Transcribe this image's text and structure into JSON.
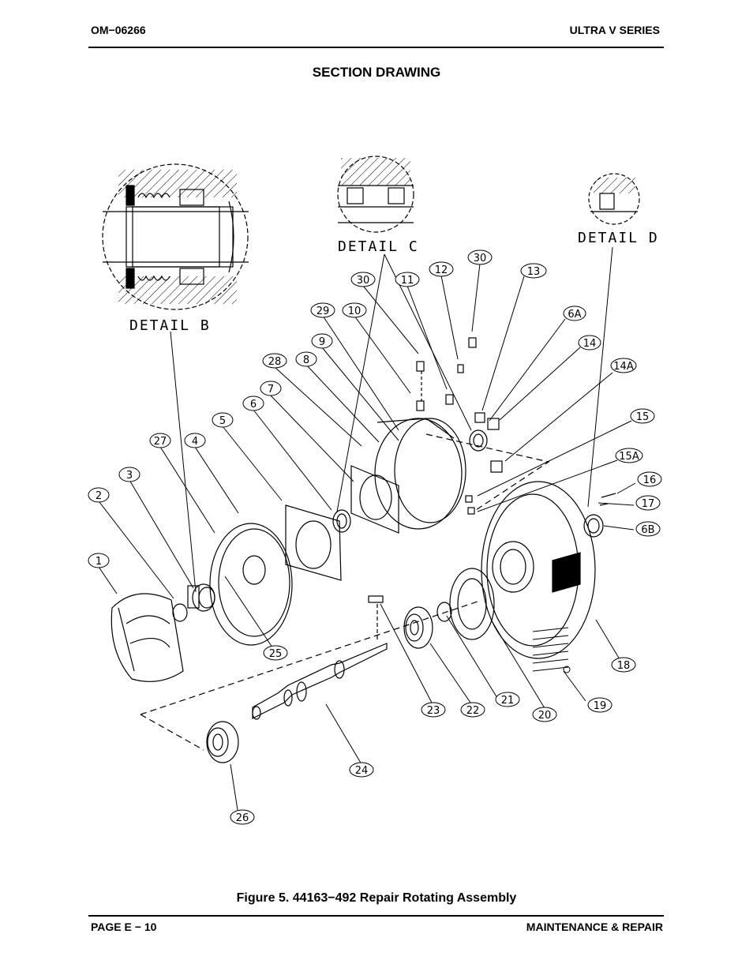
{
  "header": {
    "doc_number": "OM−06266",
    "series": "ULTRA V SERIES"
  },
  "section_title": "SECTION DRAWING",
  "details": [
    {
      "id": "b",
      "label": "DETAIL B"
    },
    {
      "id": "c",
      "label": "DETAIL C"
    },
    {
      "id": "d",
      "label": "DETAIL D"
    }
  ],
  "callouts": [
    {
      "id": "c1",
      "label": "1"
    },
    {
      "id": "c2",
      "label": "2"
    },
    {
      "id": "c3",
      "label": "3"
    },
    {
      "id": "c27",
      "label": "27"
    },
    {
      "id": "c4",
      "label": "4"
    },
    {
      "id": "c5",
      "label": "5"
    },
    {
      "id": "c6",
      "label": "6"
    },
    {
      "id": "c7",
      "label": "7"
    },
    {
      "id": "c28",
      "label": "28"
    },
    {
      "id": "c8",
      "label": "8"
    },
    {
      "id": "c9",
      "label": "9"
    },
    {
      "id": "c29",
      "label": "29"
    },
    {
      "id": "c10",
      "label": "10"
    },
    {
      "id": "c30a",
      "label": "30"
    },
    {
      "id": "c11",
      "label": "11"
    },
    {
      "id": "c12",
      "label": "12"
    },
    {
      "id": "c30b",
      "label": "30"
    },
    {
      "id": "c13",
      "label": "13"
    },
    {
      "id": "c6a",
      "label": "6A"
    },
    {
      "id": "c14",
      "label": "14"
    },
    {
      "id": "c14a",
      "label": "14A"
    },
    {
      "id": "c15",
      "label": "15"
    },
    {
      "id": "c15a",
      "label": "15A"
    },
    {
      "id": "c16",
      "label": "16"
    },
    {
      "id": "c17",
      "label": "17"
    },
    {
      "id": "c6b",
      "label": "6B"
    },
    {
      "id": "c18",
      "label": "18"
    },
    {
      "id": "c19",
      "label": "19"
    },
    {
      "id": "c20",
      "label": "20"
    },
    {
      "id": "c21",
      "label": "21"
    },
    {
      "id": "c22",
      "label": "22"
    },
    {
      "id": "c23",
      "label": "23"
    },
    {
      "id": "c24",
      "label": "24"
    },
    {
      "id": "c25",
      "label": "25"
    },
    {
      "id": "c26",
      "label": "26"
    }
  ],
  "caption": "Figure 5.  44163−492 Repair Rotating Assembly",
  "footer": {
    "page": "PAGE E − 10",
    "section": "MAINTENANCE & REPAIR"
  }
}
